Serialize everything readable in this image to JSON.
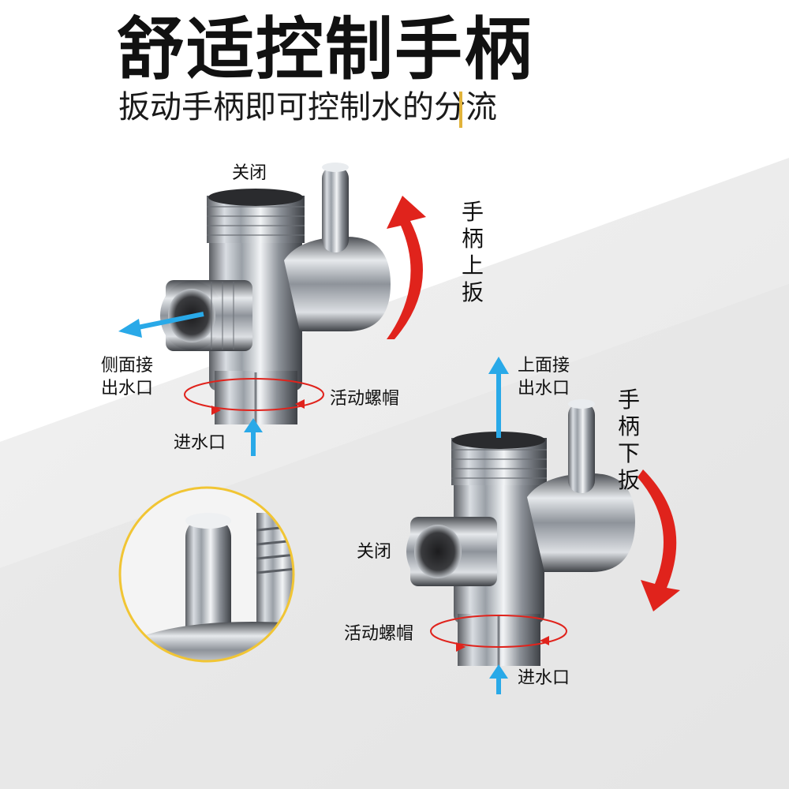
{
  "title": "舒适控制手柄",
  "subtitle": "扳动手柄即可控制水的分流",
  "colors": {
    "accent_bar": "#e2b33a",
    "arrow_red": "#e0231c",
    "arrow_blue": "#29a9e8",
    "inset_ring": "#f1c534"
  },
  "top_valve": {
    "label_closed": "关闭",
    "label_side_outlet": "侧面接出水口",
    "label_nut": "活动螺帽",
    "label_inlet": "进水口",
    "label_handle": "手柄上扳"
  },
  "bottom_valve": {
    "label_top_outlet": "上面接出水口",
    "label_handle": "手柄下扳",
    "label_closed": "关闭",
    "label_nut": "活动螺帽",
    "label_inlet": "进水口"
  },
  "icons": [
    "arrow-up-red-curved",
    "arrow-down-red-curved",
    "arrow-blue-left",
    "arrow-blue-up",
    "rotation-ring-red"
  ]
}
